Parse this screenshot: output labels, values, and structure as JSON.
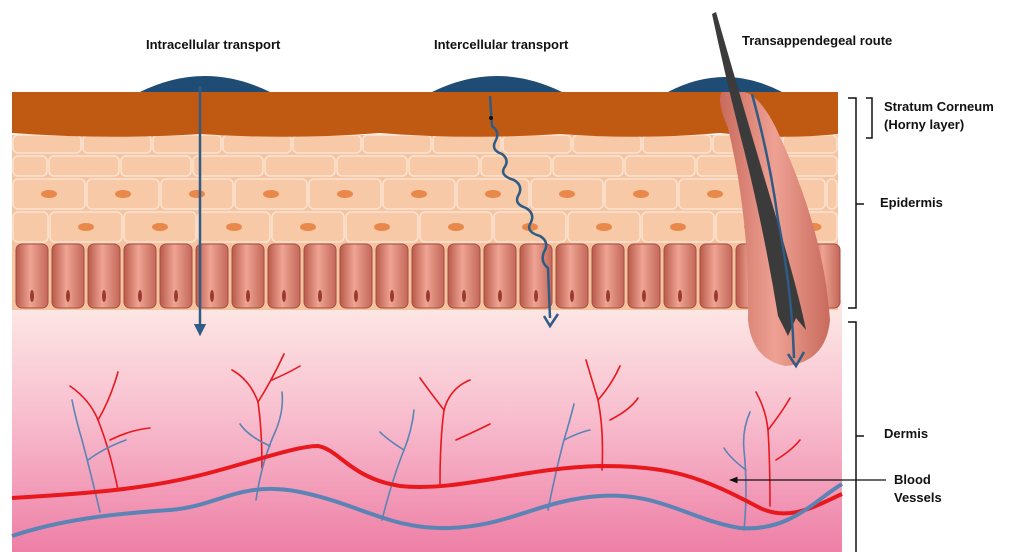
{
  "routes": {
    "intracellular": "Intracellular transport",
    "intercellular": "Intercellular transport",
    "transappendageal": "Transappendegeal route"
  },
  "layers": {
    "stratum_corneum": "Stratum Corneum",
    "horny_layer": "(Horny layer)",
    "epidermis": "Epidermis",
    "dermis": "Dermis"
  },
  "blood_vessels": {
    "line1": "Blood",
    "line2": "Vessels"
  },
  "colors": {
    "stratum_corneum": "#c05a12",
    "cell_fill": "#f7c9a6",
    "cell_outline": "#ffffff",
    "nucleus": "#e8884a",
    "basal_cell": "#d9826e",
    "dermis_top": "#fde3de",
    "dermis_bottom": "#ee7fa6",
    "route_arrow": "#2f5b84",
    "artery": "#e8181c",
    "vein": "#5b84b5",
    "hair": "#3b3b3b",
    "follicle": "#e59384"
  }
}
